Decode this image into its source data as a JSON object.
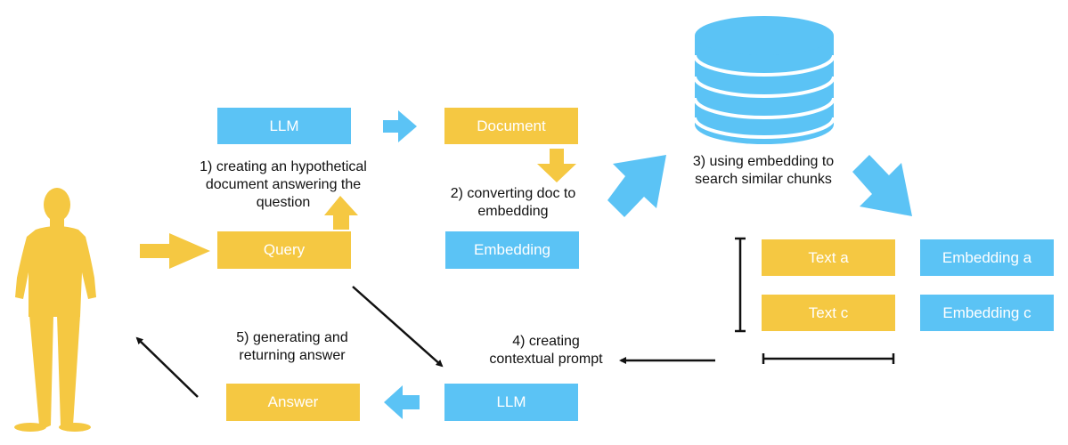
{
  "colors": {
    "yellow": "#f5c842",
    "blue": "#5bc3f5",
    "ink": "#111111"
  },
  "icons": {
    "person": "person-silhouette-icon",
    "database": "database-icon"
  },
  "boxes": {
    "llm_top": "LLM",
    "document": "Document",
    "query": "Query",
    "embedding": "Embedding",
    "text_a": "Text a",
    "embedding_a": "Embedding a",
    "text_c": "Text c",
    "embedding_c": "Embedding c",
    "answer": "Answer",
    "llm_bottom": "LLM"
  },
  "steps": {
    "step1": "1) creating an hypothetical\ndocument answering the\nquestion",
    "step2": "2) converting doc to\nembedding",
    "step3": "3) using embedding to\nsearch similar chunks",
    "step4": "4) creating\ncontextual prompt",
    "step5": "5) generating and\nreturning answer"
  }
}
